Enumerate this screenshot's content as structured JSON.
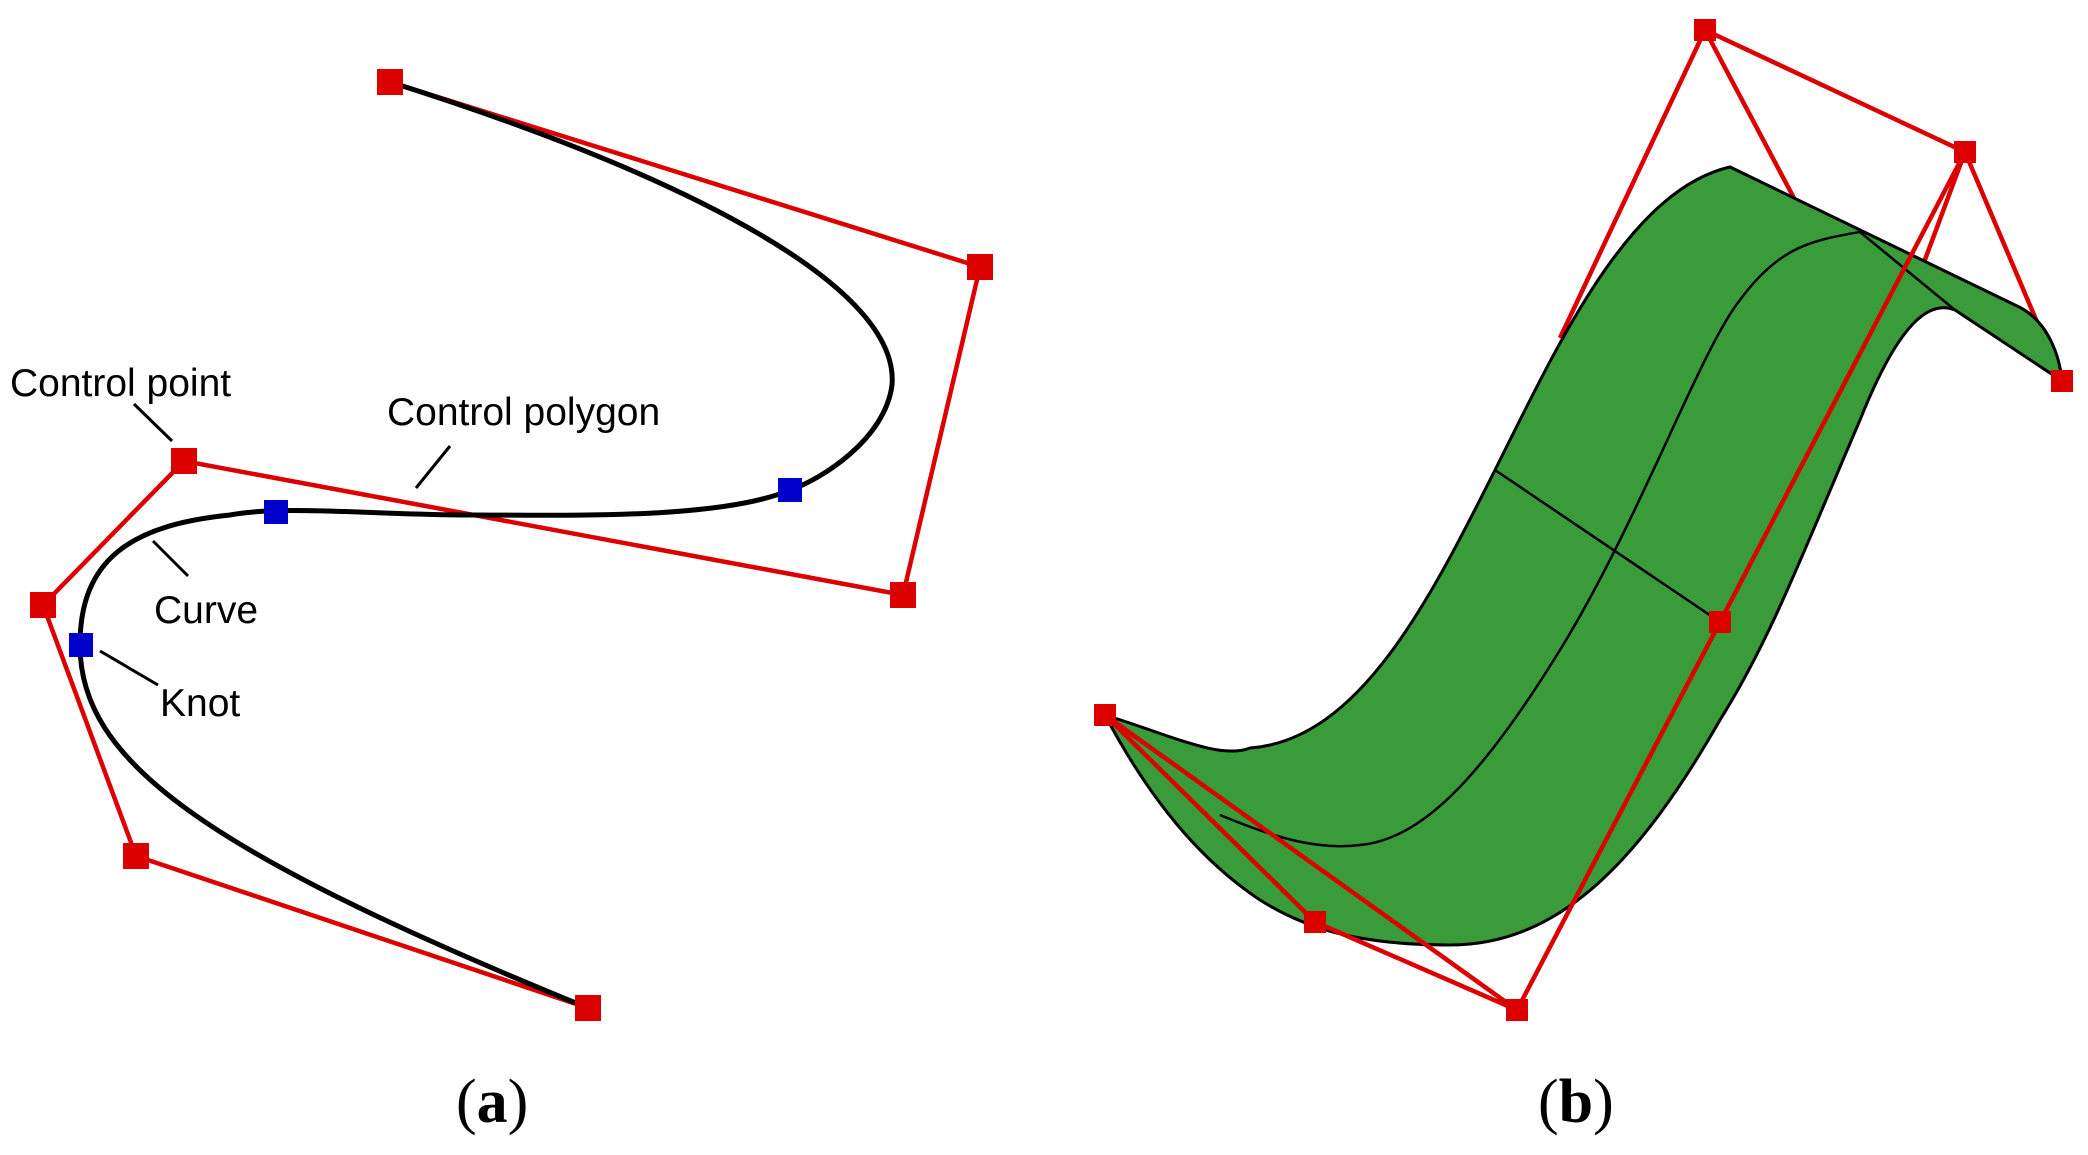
{
  "panel_a": {
    "labels": {
      "control_point": "Control point",
      "control_polygon": "Control polygon",
      "curve": "Curve",
      "knot": "Knot"
    },
    "caption": {
      "open": "(",
      "letter": "a",
      "close": ")"
    }
  },
  "panel_b": {
    "caption": {
      "open": "(",
      "letter": "b",
      "close": ")"
    }
  },
  "colors": {
    "control_point": "#dd0000",
    "control_polygon": "#dd0000",
    "knot": "#0000cc",
    "curve": "#000000",
    "surface_fill": "#399b39",
    "surface_edge": "#000000"
  }
}
